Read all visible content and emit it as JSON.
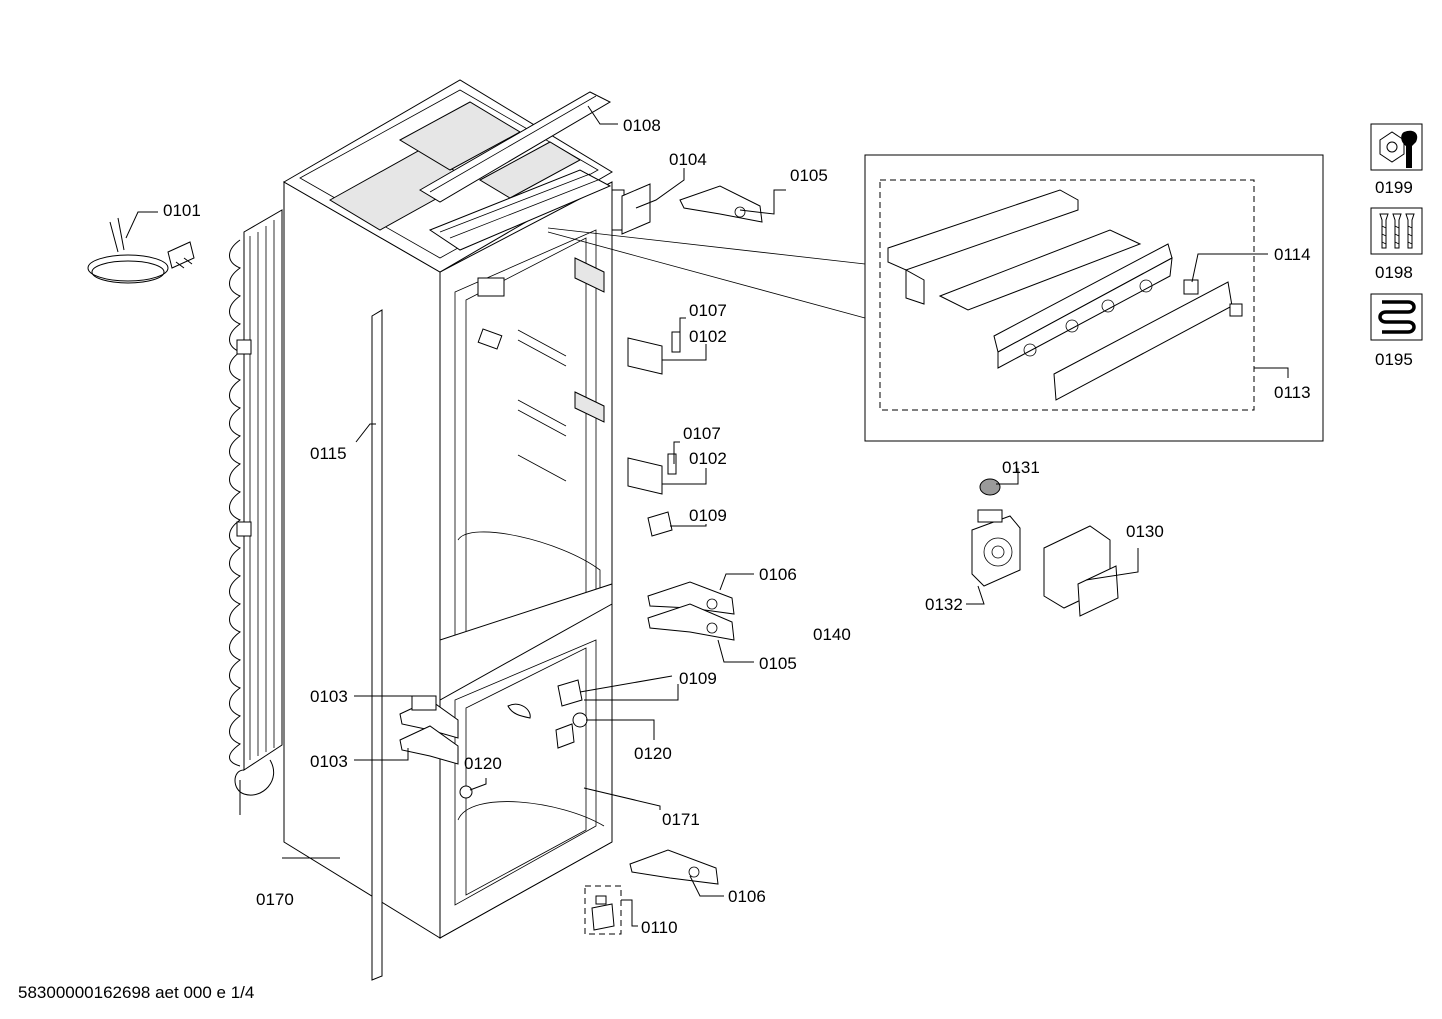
{
  "labels": {
    "p0101": "0101",
    "p0102a": "0102",
    "p0102b": "0102",
    "p0103a": "0103",
    "p0103b": "0103",
    "p0104": "0104",
    "p0105a": "0105",
    "p0105b": "0105",
    "p0106a": "0106",
    "p0106b": "0106",
    "p0107a": "0107",
    "p0107b": "0107",
    "p0108": "0108",
    "p0109a": "0109",
    "p0109b": "0109",
    "p0110": "0110",
    "p0113": "0113",
    "p0114": "0114",
    "p0115": "0115",
    "p0120a": "0120",
    "p0120b": "0120",
    "p0130": "0130",
    "p0131": "0131",
    "p0132": "0132",
    "p0140": "0140",
    "p0170": "0170",
    "p0171": "0171",
    "p0195": "0195",
    "p0198": "0198",
    "p0199": "0199"
  },
  "footer": "58300000162698 aet 000 e 1/4",
  "icons": [
    "wrench-nut-icon",
    "screws-icon",
    "heating-coil-icon"
  ]
}
